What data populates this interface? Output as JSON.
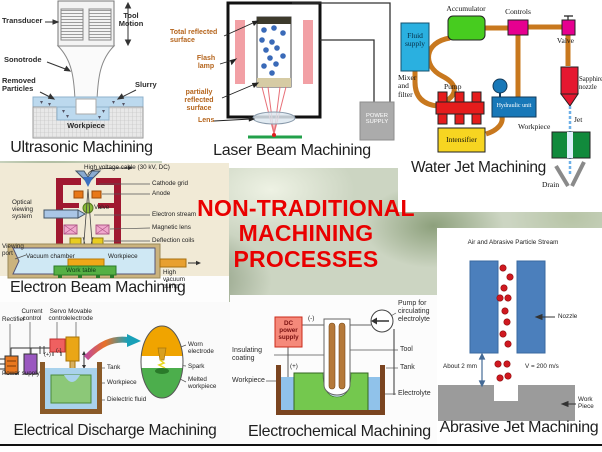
{
  "central_title": {
    "line1": "NON-TRADITIONAL",
    "line2": "MACHINING",
    "line3": "PROCESSES"
  },
  "colors": {
    "central_title_red": "#e90000",
    "pipe_orange": "#c8781e",
    "laser_label_orange": "#b5651d",
    "panel_title_dark": "#1f1f1f"
  },
  "ultrasonic": {
    "title": "Ultrasonic Machining",
    "labels": {
      "transducer": "Transducer",
      "tool_motion": "Tool Motion",
      "sonotrode": "Sonotrode",
      "removed_particles": "Removed Particles",
      "slurry": "Slurry",
      "workpiece": "Workpiece"
    }
  },
  "laser": {
    "title": "Laser Beam Machining",
    "labels": {
      "total_reflected": "Total reflected surface",
      "flash_lamp": "Flash lamp",
      "partially_reflected": "partially reflected surface",
      "lens": "Lens",
      "power_supply": "POWER SUPPLY"
    }
  },
  "waterjet": {
    "title": "Water Jet Machining",
    "labels": {
      "fluid_supply": "Fluid supply",
      "mixer_filter": "Mixer and filter",
      "accumulator": "Accumulator",
      "controls": "Controls",
      "valve": "Valve",
      "pump": "Pump",
      "hydraulic_unit": "Hydraulic unit",
      "intensifier": "Intensifier",
      "sapphire_nozzle": "Sapphire nozzle",
      "jet": "Jet",
      "workpiece": "Workpiece",
      "drain": "Drain"
    }
  },
  "ebm": {
    "title": "Electron Beam Machining",
    "labels": {
      "hv_cable": "High voltage cable (30 kV, DC)",
      "cathode_grid": "Cathode grid",
      "anode": "Anode",
      "valve": "Valve",
      "optical_viewing": "Optical viewing system",
      "electron_stream": "Electron stream",
      "magnetic_lens": "Magnetic lens",
      "deflection_coils": "Deflection coils",
      "viewing_port": "Viewing port",
      "vacuum_chamber": "Vacuum chamber",
      "workpiece": "Workpiece",
      "work_table": "Work table",
      "high_vacuum_pump": "High vacuum pump"
    }
  },
  "edm": {
    "title": "Electrical Discharge Machining",
    "labels": {
      "rectifier": "Rectifier",
      "current_control": "Current control",
      "servo_control": "Servo control",
      "movable_electrode": "Movable electrode",
      "power_supply": "Power supply",
      "plus": "(+)",
      "minus": "(-)",
      "tank": "Tank",
      "workpiece": "Workpiece",
      "dielectric_fluid": "Dielectric fluid",
      "worn_electrode": "Worn electrode",
      "spark": "Spark",
      "melted_workpiece": "Melted workpiece"
    }
  },
  "ecm": {
    "title": "Electrochemical Machining",
    "labels": {
      "dc_power_supply": "DC power supply",
      "minus": "(-)",
      "plus": "(+)",
      "insulating_coating": "Insulating coating",
      "pump": "Pump for circulating electrolyte",
      "tool": "Tool",
      "tank": "Tank",
      "workpiece": "Workpiece",
      "electrolyte": "Electrolyte"
    }
  },
  "ajm": {
    "title": "Abrasive Jet Machining",
    "labels": {
      "stream": "Air and Abrasive Particle Stream",
      "nozzle": "Nozzle",
      "gap": "About 2 mm",
      "velocity": "V = 200 m/s",
      "work_piece": "Work Piece"
    }
  }
}
